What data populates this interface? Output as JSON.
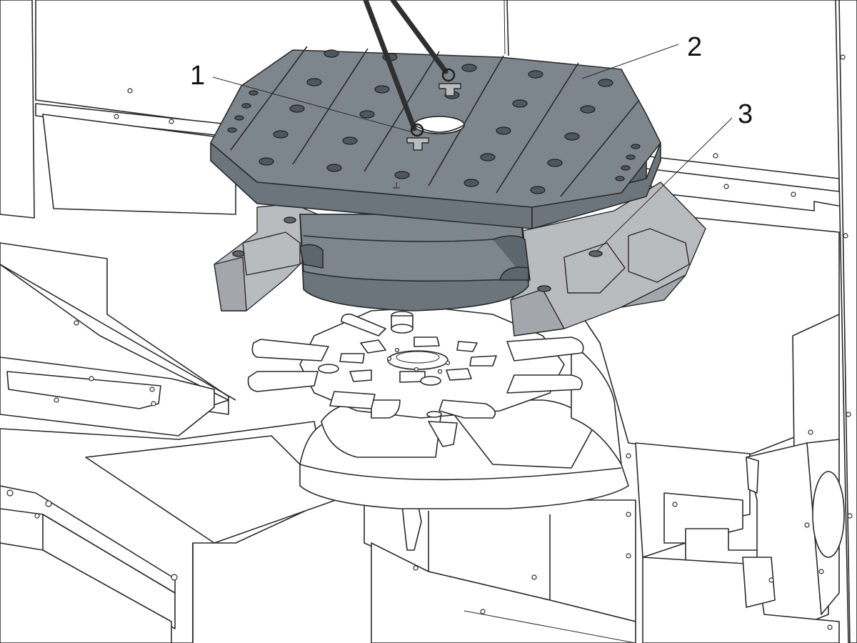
{
  "callouts": [
    {
      "id": "1",
      "label": "1"
    },
    {
      "id": "2",
      "label": "2"
    },
    {
      "id": "3",
      "label": "3"
    }
  ],
  "colors": {
    "pallet_top": "#7d868d",
    "pallet_side": "#6c757c",
    "stand": "#b9bcbf",
    "line": "#2a2a2a",
    "background": "#ffffff"
  }
}
